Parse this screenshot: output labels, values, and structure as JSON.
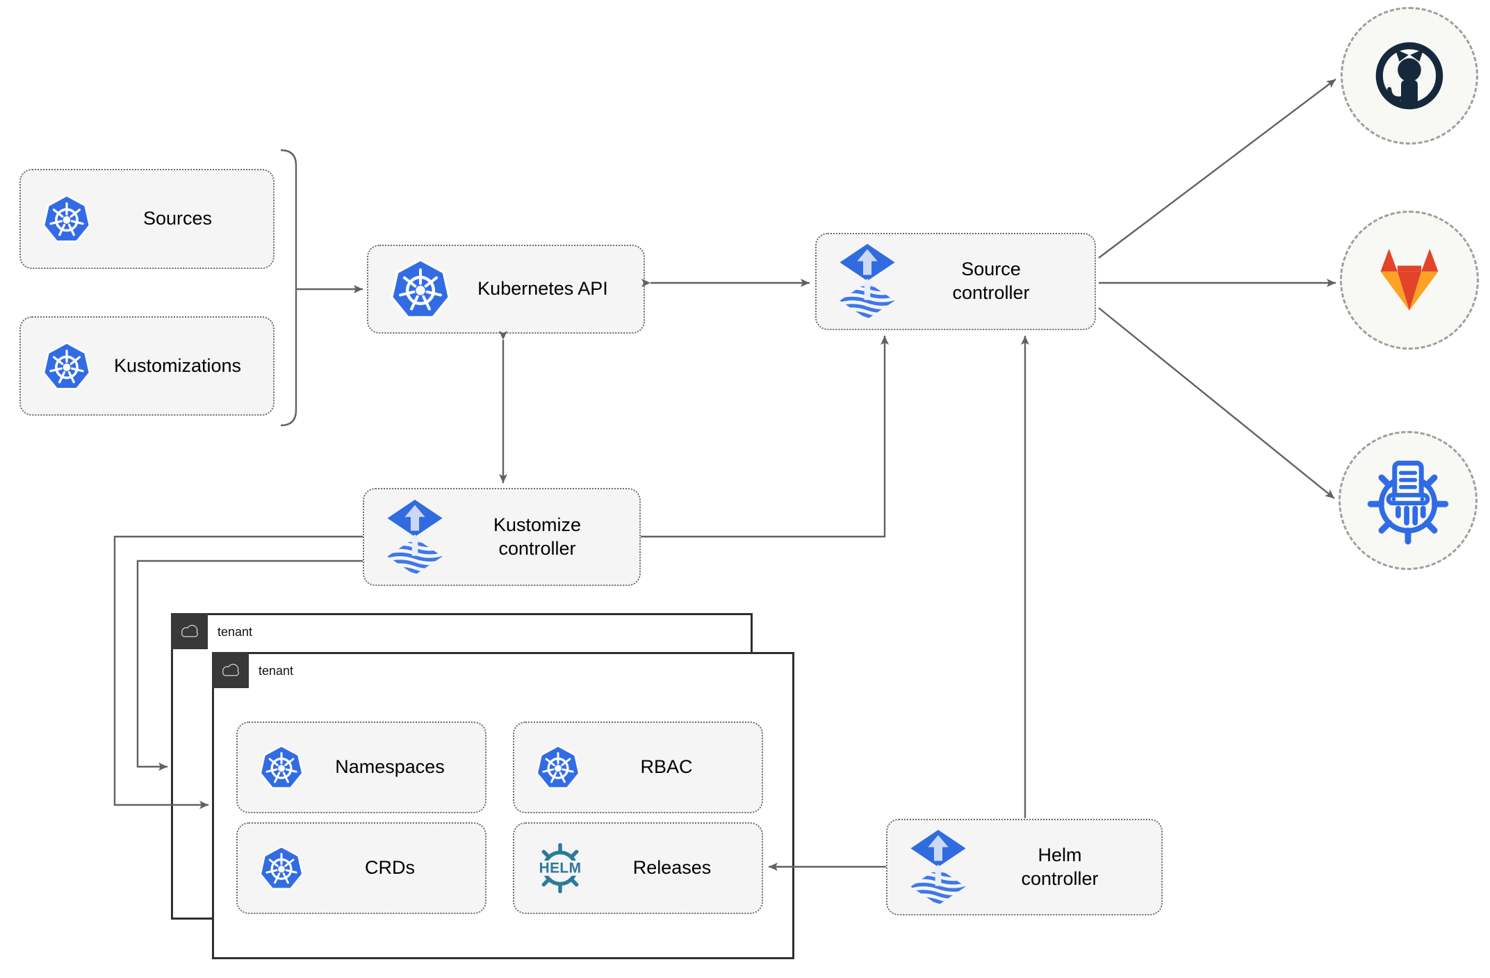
{
  "diagram": {
    "type": "flux-gitops-architecture",
    "nodes": {
      "sources": {
        "label": "Sources",
        "icon": "kubernetes"
      },
      "kustomizations": {
        "label": "Kustomizations",
        "icon": "kubernetes"
      },
      "kubernetes_api": {
        "label": "Kubernetes API",
        "icon": "kubernetes"
      },
      "source_controller": {
        "label": "Source controller",
        "icon": "flux"
      },
      "kustomize_controller": {
        "label": "Kustomize controller",
        "icon": "flux"
      },
      "helm_controller": {
        "label": "Helm controller",
        "icon": "flux"
      },
      "namespaces": {
        "label": "Namespaces",
        "icon": "kubernetes"
      },
      "rbac": {
        "label": "RBAC",
        "icon": "kubernetes"
      },
      "crds": {
        "label": "CRDs",
        "icon": "kubernetes"
      },
      "releases": {
        "label": "Releases",
        "icon": "helm"
      }
    },
    "groups": {
      "tenant_outer": {
        "label": "tenant"
      },
      "tenant_inner": {
        "label": "tenant"
      }
    },
    "external_targets": {
      "github": {
        "icon": "github-logo"
      },
      "gitlab": {
        "icon": "gitlab-logo"
      },
      "kustomize": {
        "icon": "kustomize-logo"
      }
    },
    "logos": {
      "helm_wheel_text": "HELM"
    },
    "colors": {
      "kubernetes_blue": "#326ce5",
      "flux_blue": "#316be0",
      "flux_light": "#ccd9f5",
      "helm_teal": "#2b7a99",
      "github_dark": "#16293c",
      "gitlab_red": "#e24329",
      "gitlab_amber": "#fca326",
      "node_fill": "#f5f5f5",
      "connector_gray": "#616161",
      "tenant_border": "#2f2f2f",
      "tab_dark": "#383838"
    }
  }
}
